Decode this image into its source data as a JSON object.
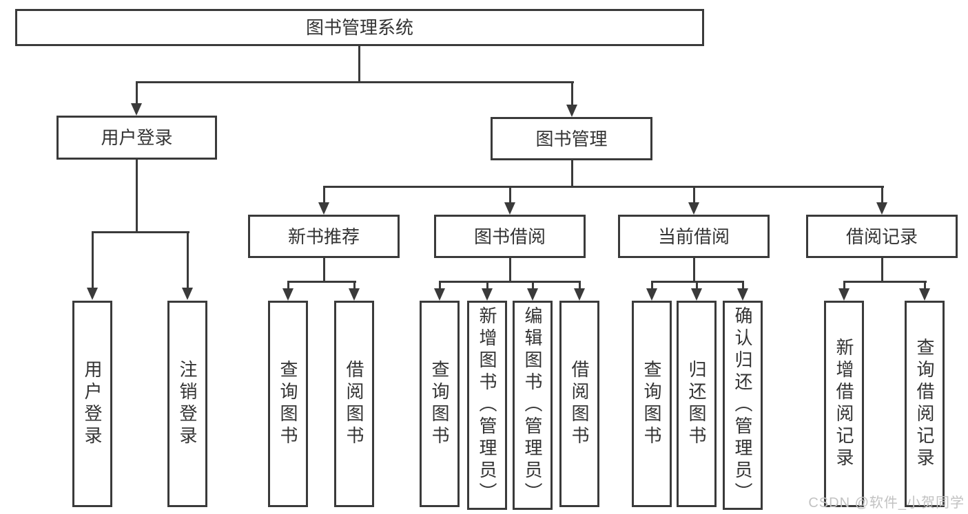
{
  "tree": {
    "label": "图书管理系统",
    "children": [
      {
        "label": "用户登录",
        "children": [
          {
            "label": "用户登录"
          },
          {
            "label": "注销登录"
          }
        ]
      },
      {
        "label": "图书管理",
        "children": [
          {
            "label": "新书推荐",
            "children": [
              {
                "label": "查询图书"
              },
              {
                "label": "借阅图书"
              }
            ]
          },
          {
            "label": "图书借阅",
            "children": [
              {
                "label": "查询图书"
              },
              {
                "label": "新增图书（管理员）"
              },
              {
                "label": "编辑图书（管理员）"
              },
              {
                "label": "借阅图书"
              }
            ]
          },
          {
            "label": "当前借阅",
            "children": [
              {
                "label": "查询图书"
              },
              {
                "label": "归还图书"
              },
              {
                "label": "确认归还（管理员）"
              }
            ]
          },
          {
            "label": "借阅记录",
            "children": [
              {
                "label": "新增借阅记录"
              },
              {
                "label": "查询借阅记录"
              }
            ]
          }
        ]
      }
    ]
  },
  "watermark": {
    "text": "CSDN @软件_小贺同学"
  },
  "colors": {
    "line": "#3a3a3a",
    "text": "#333333",
    "background": "#ffffff",
    "watermark": "#c2c2c2"
  }
}
